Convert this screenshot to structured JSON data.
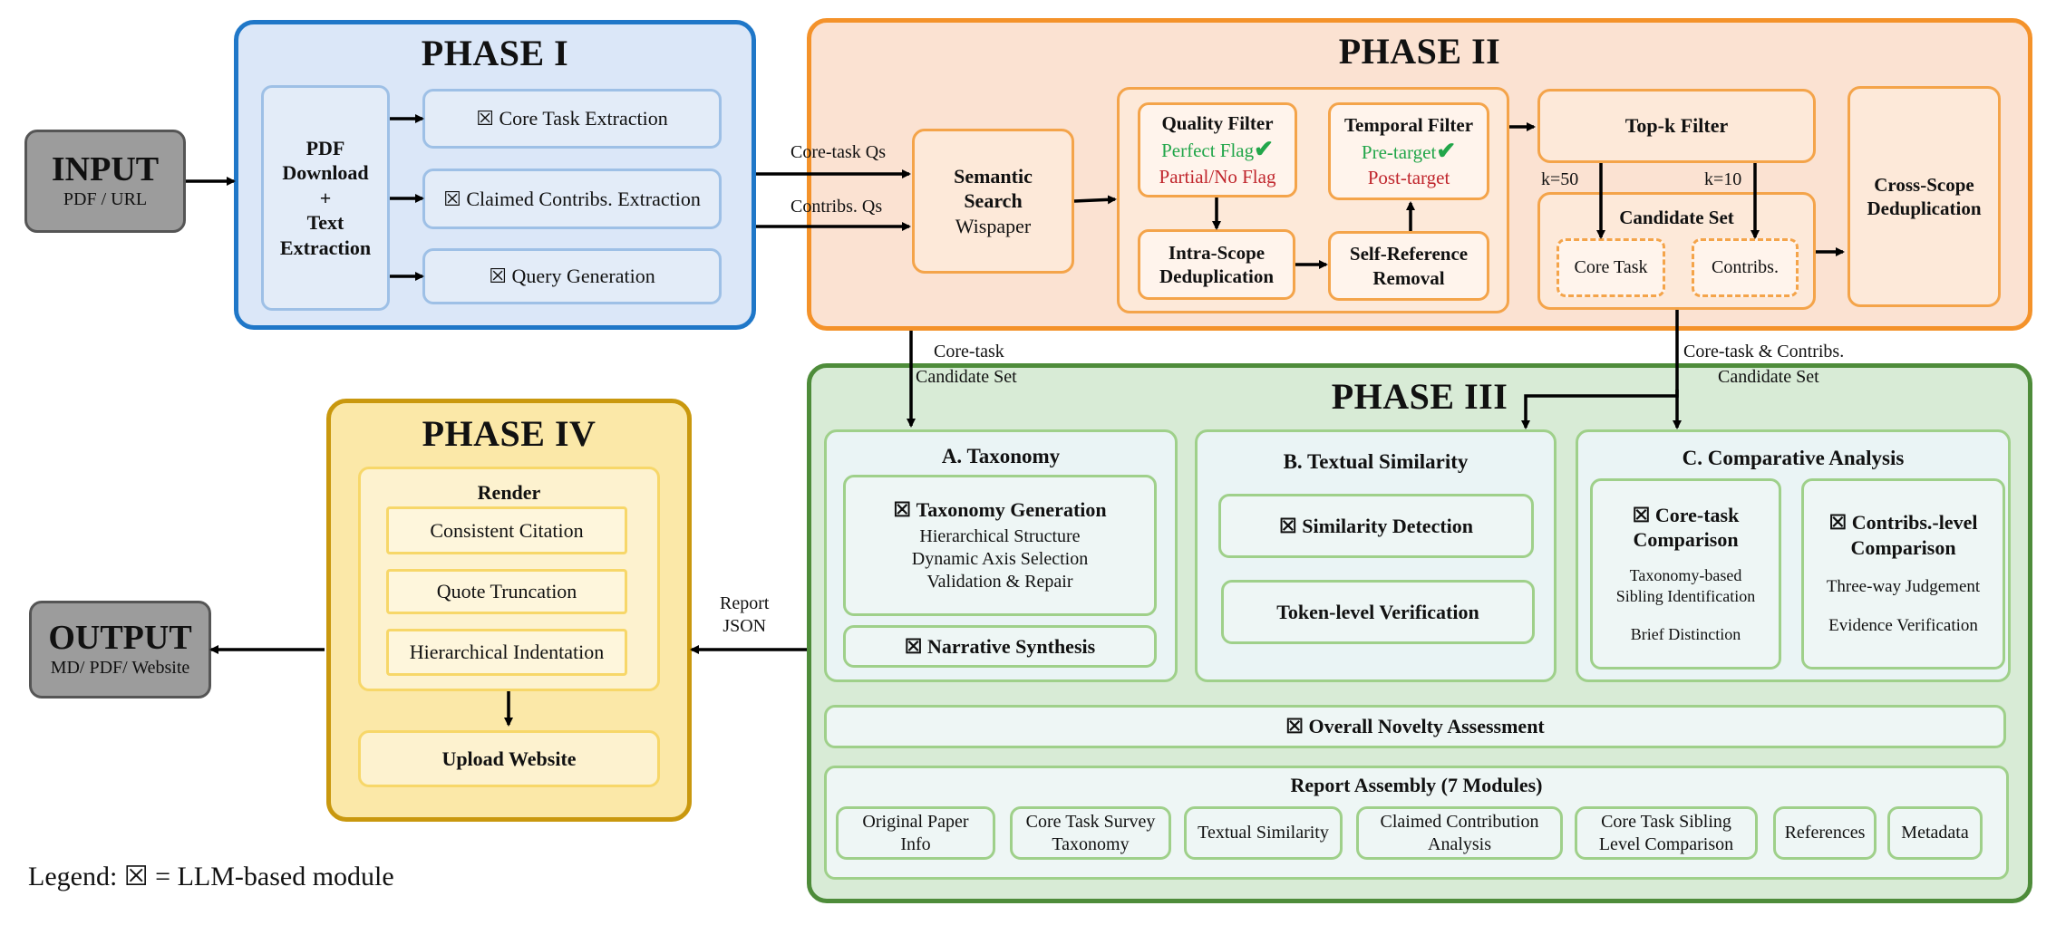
{
  "input": {
    "title": "INPUT",
    "subtitle": "PDF / URL"
  },
  "output": {
    "title": "OUTPUT",
    "subtitle": "MD/  PDF/ Website"
  },
  "llm_mark": "☒",
  "phase1": {
    "title": "PHASE I",
    "pdf_box": [
      "PDF",
      "Download",
      "+",
      "Text",
      "Extraction"
    ],
    "core_task": "Core Task Extraction",
    "claimed": "Claimed Contribs. Extraction",
    "query": "Query Generation"
  },
  "edges": {
    "core_task_qs": "Core-task Qs",
    "contribs_qs": "Contribs. Qs",
    "core_task_candidate_1": "Core-task",
    "core_task_candidate_2": "Candidate Set",
    "core_contribs_candidate_1": "Core-task & Contribs.",
    "core_contribs_candidate_2": "Candidate Set",
    "report_json_1": "Report",
    "report_json_2": "JSON",
    "k50": "k=50",
    "k10": "k=10"
  },
  "phase2": {
    "title": "PHASE II",
    "semantic_search": [
      "Semantic",
      "Search"
    ],
    "wispaper": "Wispaper",
    "quality_filter": "Quality Filter",
    "perfect_flag": "Perfect Flag",
    "partial_flag": "Partial/No Flag",
    "temporal_filter": "Temporal Filter",
    "pre_target": "Pre-target",
    "post_target": "Post-target",
    "intra_scope": [
      "Intra-Scope",
      "Deduplication"
    ],
    "self_ref": [
      "Self-Reference",
      "Removal"
    ],
    "topk": "Top-k Filter",
    "candidate_set": "Candidate Set",
    "core_task": "Core Task",
    "contribs": "Contribs.",
    "cross_scope": [
      "Cross-Scope",
      "Deduplication"
    ]
  },
  "phase3": {
    "title": "PHASE III",
    "taxonomy": {
      "title": "A. Taxonomy",
      "gen_title": "Taxonomy Generation",
      "gen_items": [
        "Hierarchical Structure",
        "Dynamic Axis Selection",
        "Validation & Repair"
      ],
      "narrative": "Narrative Synthesis"
    },
    "textual": {
      "title": "B. Textual Similarity",
      "detection": "Similarity Detection",
      "verification": "Token-level Verification"
    },
    "comparative": {
      "title": "C. Comparative Analysis",
      "core_title": [
        "Core-task",
        "Comparison"
      ],
      "core_items": [
        "Taxonomy-based",
        "Sibling Identification",
        "Brief Distinction"
      ],
      "contrib_title": [
        "Contribs.-level",
        "Comparison"
      ],
      "contrib_items": [
        "Three-way Judgement",
        "Evidence Verification"
      ]
    },
    "overall": "Overall Novelty Assessment",
    "report": {
      "title": "Report Assembly (7 Modules)",
      "modules": [
        [
          "Original Paper",
          "Info"
        ],
        [
          "Core Task Survey",
          "Taxonomy"
        ],
        [
          "Textual Similarity"
        ],
        [
          "Claimed Contribution",
          "Analysis"
        ],
        [
          "Core Task Sibling",
          "Level Comparison"
        ],
        [
          "References"
        ],
        [
          "Metadata"
        ]
      ]
    }
  },
  "phase4": {
    "title": "PHASE IV",
    "render": "Render",
    "items": [
      "Consistent Citation",
      "Quote Truncation",
      "Hierarchical Indentation"
    ],
    "upload": "Upload Website"
  },
  "legend": "Legend: ☒ = LLM-based module",
  "colors": {
    "phase1_border": "#1f77c8",
    "phase2_border": "#f4922a",
    "phase3_border": "#4e8c3a",
    "phase4_border": "#c9980e",
    "check_green": "#22a64a",
    "warn_red": "#c0262d"
  }
}
